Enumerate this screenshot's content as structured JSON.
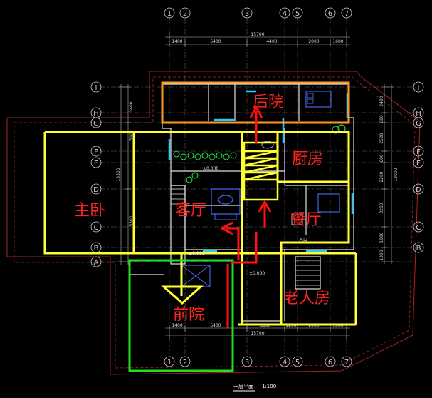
{
  "grid_columns": [
    "1",
    "2",
    "3",
    "4",
    "5",
    "6",
    "7"
  ],
  "grid_rows": [
    "I",
    "H",
    "G",
    "F",
    "E",
    "D",
    "C",
    "B",
    "A"
  ],
  "dims_top": {
    "total": "15700",
    "segments": [
      "1400",
      "5400",
      "4400",
      "2000",
      "1600"
    ]
  },
  "dims_bottom": {
    "total": "15700",
    "segments": [
      "1400",
      "5400",
      "3300",
      "1200",
      "2000",
      "1500"
    ]
  },
  "dims_left": {
    "total": "13300",
    "segments": [
      "2400",
      "3100",
      "5300"
    ]
  },
  "dims_right": {
    "total": "12000",
    "segments": [
      "2400",
      "600",
      "2500",
      "600",
      "2200",
      "3200",
      "1800",
      "1300"
    ]
  },
  "rooms": {
    "backyard": "后院",
    "kitchen": "厨房",
    "master_bedroom": "主卧",
    "living_room": "客厅",
    "dining_room": "餐厅",
    "front_yard": "前院",
    "elder_room": "老人房"
  },
  "annotations": {
    "elev_main": "±0.000",
    "elev_front": "±0.000",
    "elev_bottom": "±0.000",
    "entry": "入口",
    "title": "一层平面",
    "scale": "1:100"
  },
  "colors": {
    "yellow": "#ffff33",
    "orange": "#ff9922",
    "green": "#22dd22",
    "red": "#ff1111",
    "cyan": "#22ccff",
    "white": "#ffffff",
    "dark_red": "#aa2222"
  }
}
